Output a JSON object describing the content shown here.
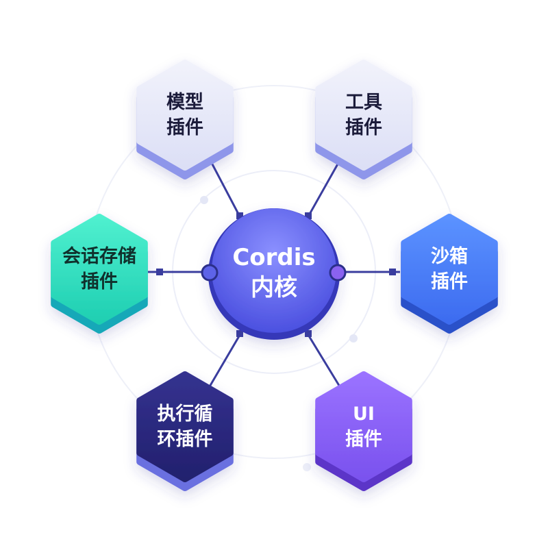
{
  "core": {
    "line1": "Cordis",
    "line2": "内核"
  },
  "plugins": [
    {
      "id": "model",
      "line1": "模型",
      "line2": "插件",
      "text_color": "#1b1b3a",
      "face_top": "#f1f2fb",
      "face_bottom": "#dcdff6",
      "edge": "#8e96ea"
    },
    {
      "id": "tool",
      "line1": "工具",
      "line2": "插件",
      "text_color": "#1b1b3a",
      "face_top": "#f1f2fb",
      "face_bottom": "#dcdff6",
      "edge": "#8e96ea"
    },
    {
      "id": "sandbox",
      "line1": "沙箱",
      "line2": "插件",
      "text_color": "#ffffff",
      "face_top": "#5b92ff",
      "face_bottom": "#3d6cf0",
      "edge": "#2b51c9"
    },
    {
      "id": "ui",
      "line1": "UI",
      "line2": "插件",
      "text_color": "#ffffff",
      "face_top": "#9a72ff",
      "face_bottom": "#7a52ee",
      "edge": "#5b35c8"
    },
    {
      "id": "loop",
      "line1": "执行循",
      "line2": "环插件",
      "text_color": "#ffffff",
      "face_top": "#34328f",
      "face_bottom": "#22206e",
      "edge": "#6a6fe0"
    },
    {
      "id": "session",
      "line1": "会话存储",
      "line2": "插件",
      "text_color": "#10302c",
      "face_top": "#4ff0cf",
      "face_bottom": "#1fcfb2",
      "edge": "#17a8b8"
    }
  ]
}
